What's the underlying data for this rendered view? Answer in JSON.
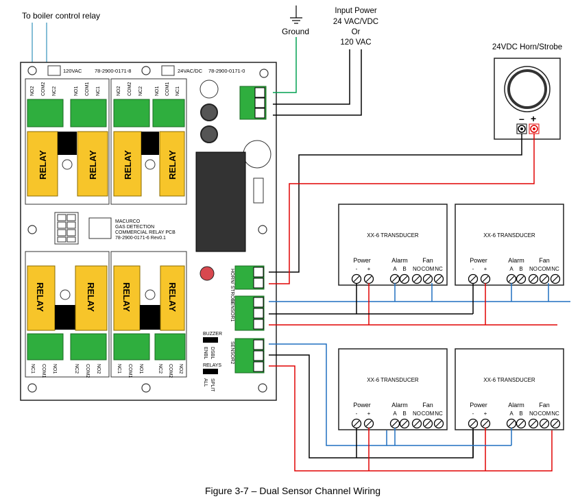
{
  "labels": {
    "boiler": "To boiler control relay",
    "ground": "Ground",
    "input_power": [
      "Input Power",
      "24 VAC/VDC",
      "Or",
      "120 VAC"
    ],
    "horn": "24VDC Horn/Strobe",
    "caption": "Figure 3-7 – Dual Sensor Channel Wiring"
  },
  "board": {
    "top_left_voltage": "120VAC",
    "top_left_part": "78-2900-0171-8",
    "top_right_voltage": "24VAC/DC",
    "top_right_part": "78-2900-0171-0",
    "center_line1": "MACURCO",
    "center_line2": "GAS DETECTION",
    "center_line3": "COMMERCIAL RELAY PCB",
    "center_line4": "78-2900-0171-6 Rev0.1",
    "relay": "RELAY",
    "top_terms_a": [
      "NO2",
      "COM2",
      "NC2",
      "NO1",
      "COM1",
      "NC1"
    ],
    "top_terms_b": [
      "NO2",
      "COM2",
      "NC2",
      "NO1",
      "COM1",
      "NC1"
    ],
    "bot_terms_a": [
      "NC1",
      "COM1",
      "NO1",
      "NC2",
      "COM2",
      "NO2"
    ],
    "bot_terms_b": [
      "NC1",
      "COM1",
      "NO1",
      "NC2",
      "COM2",
      "NO2"
    ],
    "horn_block": "HORN/ STROBE",
    "sensor1": "SENSOR1",
    "sensor2": "SENSOR2",
    "buzzer": "BUZZER",
    "enbl": "ENBL",
    "dsbl": "DSBL",
    "relays": "RELAYS",
    "all": "ALL",
    "split": "SPLIT"
  },
  "transducer": {
    "title": "XX-6  TRANSDUCER",
    "power": "Power",
    "alarm": "Alarm",
    "fan": "Fan",
    "pins": [
      "-",
      "+",
      "A",
      "B",
      "NO",
      "COM",
      "NC"
    ]
  },
  "horn_unit": {
    "minus": "–",
    "plus": "+"
  },
  "colors": {
    "black_wire": "#000000",
    "red_wire": "#e00000",
    "blue_wire": "#1f6fc0",
    "green_wire": "#00a050",
    "relay_yellow": "#f7c52a",
    "terminal_green": "#2fae3e"
  }
}
